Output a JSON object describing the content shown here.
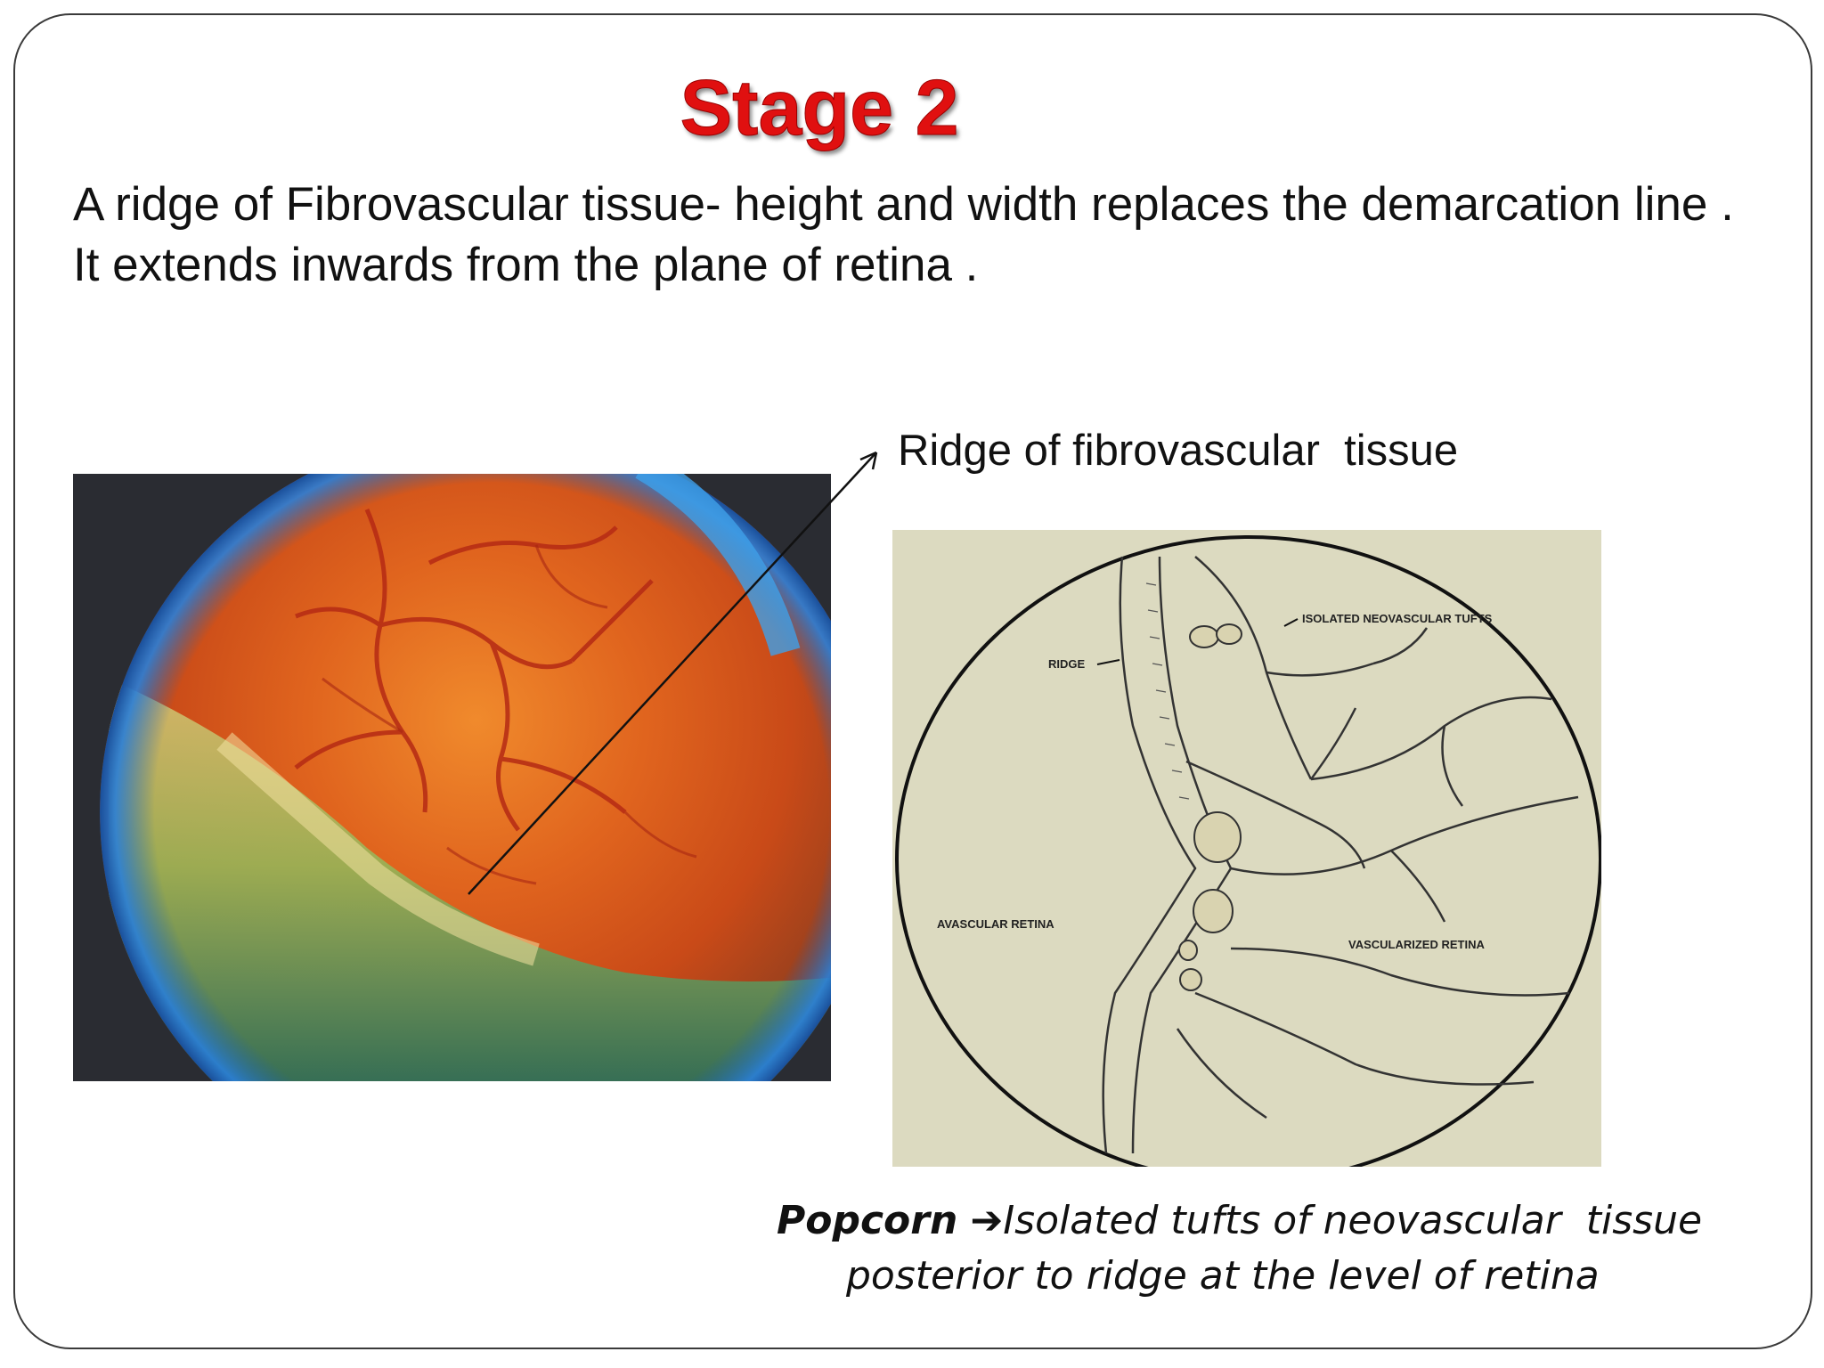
{
  "slide": {
    "title": "Stage 2",
    "body": "A ridge of Fibrovascular tissue- height and width replaces the demarcation line . It extends inwards from the plane of retina .",
    "title_color": "#e01010"
  },
  "pointer": {
    "label": "Ridge of fibrovascular  tissue"
  },
  "drawing": {
    "labels": {
      "isolated_tufts": "ISOLATED NEOVASCULAR TUFTS",
      "ridge": "RIDGE",
      "avascular": "AVASCULAR RETINA",
      "vascularized": "VASCULARIZED RETINA"
    }
  },
  "caption": {
    "bold_word": "Popcorn",
    "arrow": "➔",
    "line1_rest": "Isolated tufts of neovascular  tissue",
    "line2": "posterior to ridge at the level of retina"
  },
  "images": {
    "fundus": "fundus-photograph",
    "drawing": "retina-schematic-drawing"
  }
}
